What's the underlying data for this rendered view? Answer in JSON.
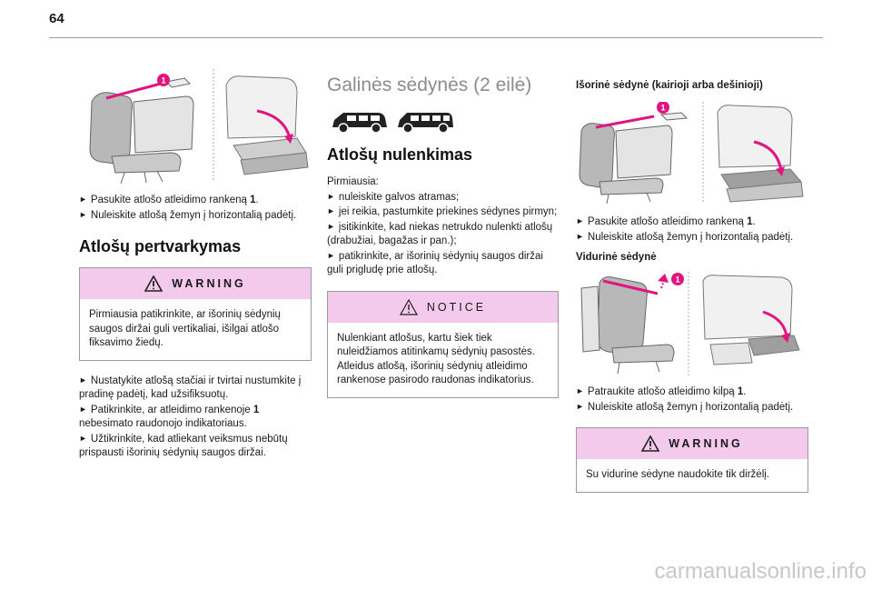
{
  "page_number": "64",
  "col1": {
    "steps_a": [
      {
        "text": "Pasukite atlošo atleidimo rankeną ",
        "strong": "1",
        "tail": "."
      },
      {
        "text": "Nuleiskite atlošą žemyn į horizontalią padėtį.",
        "strong": "",
        "tail": ""
      }
    ],
    "heading": "Atlošų pertvarkymas",
    "warning": {
      "title": "WARNING",
      "body": "Pirmiausia patikrinkite, ar išorinių sėdynių saugos diržai guli vertikaliai, išilgai atlošo fiksavimo žiedų."
    },
    "steps_b": [
      {
        "text": "Nustatykite atlošą stačiai ir tvirtai nustumkite į pradinę padėtį, kad užsifiksuotų.",
        "strong": "",
        "tail": ""
      },
      {
        "text": "Patikrinkite, ar atleidimo rankenoje ",
        "strong": "1",
        "tail": " nebesimato raudonojo indikatoriaus."
      },
      {
        "text": "Užtikrinkite, kad atliekant veiksmus nebūtų prispausti išorinių sėdynių saugos diržai.",
        "strong": "",
        "tail": ""
      }
    ]
  },
  "col2": {
    "section_title": "Galinės sėdynės (2 eilė)",
    "heading": "Atlošų nulenkimas",
    "intro": "Pirmiausia:",
    "steps": [
      "nuleiskite galvos atramas;",
      "jei reikia, pastumkite priekines sėdynes pirmyn;",
      "įsitikinkite, kad niekas netrukdo nulenkti atlošų (drabužiai, bagažas ir pan.);",
      "patikrinkite, ar išorinių sėdynių saugos diržai guli prigludę prie atlošų."
    ],
    "notice": {
      "title": "NOTICE",
      "body": "Nulenkiant atlošus, kartu šiek tiek nuleidžiamos atitinkamų sėdynių pasostės. Atleidus atlošą, išorinių sėdynių atleidimo rankenose pasirodo raudonas indikatorius."
    }
  },
  "col3": {
    "heading_outer": "Išorinė sėdynė (kairioji arba dešinioji)",
    "steps_outer": [
      {
        "text": "Pasukite atlošo atleidimo rankeną ",
        "strong": "1",
        "tail": "."
      },
      {
        "text": "Nuleiskite atlošą žemyn į horizontalią padėtį.",
        "strong": "",
        "tail": ""
      }
    ],
    "heading_middle": "Vidurinė sėdynė",
    "steps_middle": [
      {
        "text": "Patraukite atlošo atleidimo kilpą ",
        "strong": "1",
        "tail": "."
      },
      {
        "text": "Nuleiskite atlošą žemyn į horizontalią padėtį.",
        "strong": "",
        "tail": ""
      }
    ],
    "warning": {
      "title": "WARNING",
      "body": "Su vidurine sėdyne naudokite tik diržėlį."
    }
  },
  "callout_label": "1",
  "colors": {
    "accent": "#e0157f",
    "box_header": "#f3c9ec",
    "rule": "#9a9a9a"
  },
  "watermark": "carmanualsonline.info"
}
